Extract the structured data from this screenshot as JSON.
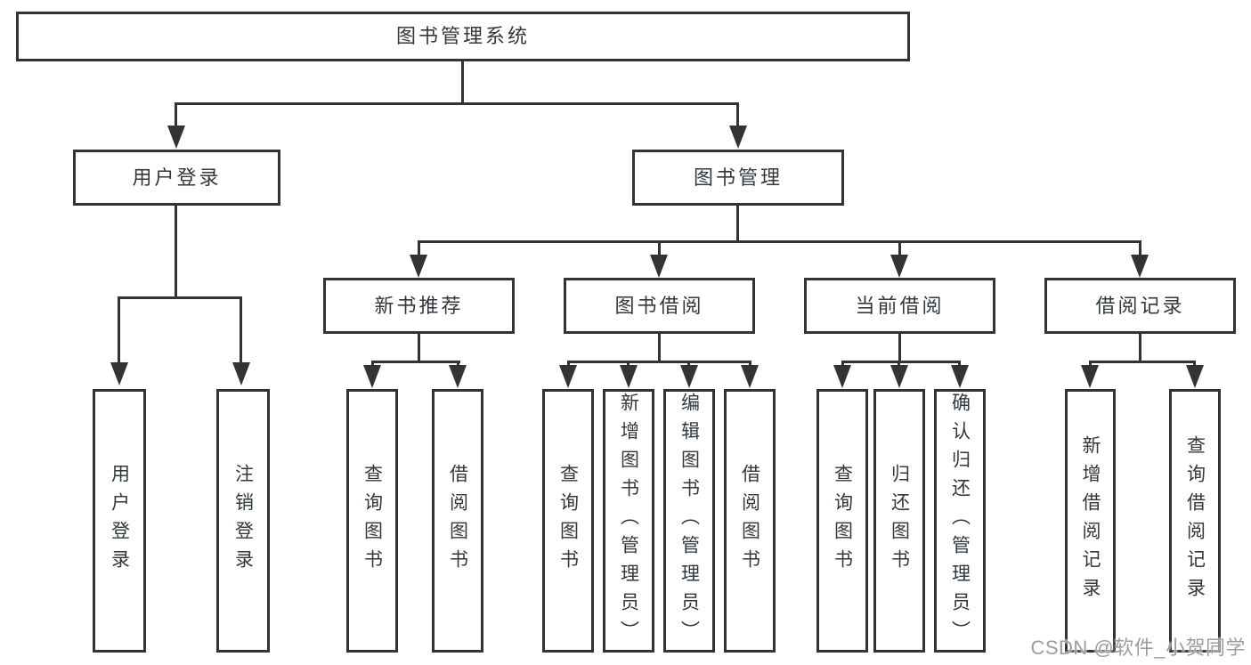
{
  "nodes": {
    "root": {
      "label": "图书管理系统"
    },
    "user_login": {
      "label": "用户登录",
      "children": [
        {
          "label": "用户登录"
        },
        {
          "label": "注销登录"
        }
      ]
    },
    "book_mgmt": {
      "label": "图书管理"
    },
    "new_books": {
      "label": "新书推荐",
      "children": [
        {
          "label": "查询图书"
        },
        {
          "label": "借阅图书"
        }
      ]
    },
    "book_borrow": {
      "label": "图书借阅",
      "children": [
        {
          "label": "查询图书"
        },
        {
          "label": "新增图书（管理员）"
        },
        {
          "label": "编辑图书（管理员）"
        },
        {
          "label": "借阅图书"
        }
      ]
    },
    "current_borrow": {
      "label": "当前借阅",
      "children": [
        {
          "label": "查询图书"
        },
        {
          "label": "归还图书"
        },
        {
          "label": "确认归还（管理员）"
        }
      ]
    },
    "borrow_records": {
      "label": "借阅记录",
      "children": [
        {
          "label": "新增借阅记录"
        },
        {
          "label": "查询借阅记录"
        }
      ]
    }
  },
  "watermark": {
    "text": "CSDN @软件_小贺同学"
  },
  "colors": {
    "line": "#333333",
    "text": "#33383d",
    "background": "#ffffff",
    "watermark": "#9c9c9c"
  }
}
